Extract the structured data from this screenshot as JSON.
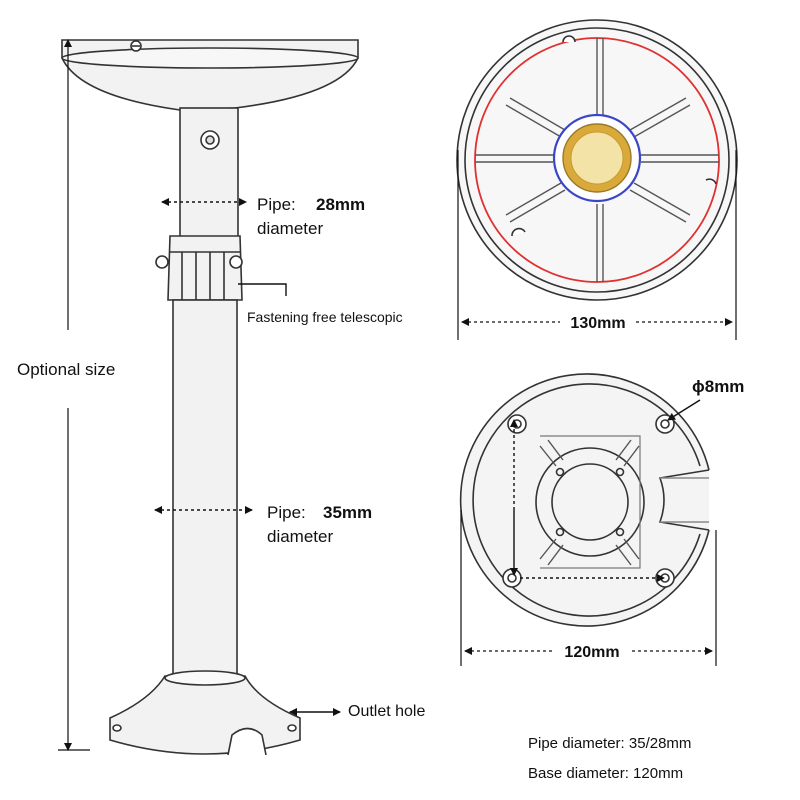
{
  "labels": {
    "optional_size": "Optional size",
    "pipe_top_label": "Pipe:",
    "pipe_top_size": "28mm",
    "pipe_top_diameter": "diameter",
    "fastening": "Fastening free telescopic",
    "pipe_bottom_label": "Pipe:",
    "pipe_bottom_size": "35mm",
    "pipe_bottom_diameter": "diameter",
    "outlet_hole": "Outlet hole",
    "top_view_dim": "130mm",
    "hole_dim": "ϕ8mm",
    "base_view_dim": "120mm",
    "spec_pipe": "Pipe diameter: 35/28mm",
    "spec_base": "Base diameter: 120mm"
  },
  "colors": {
    "outline": "#333333",
    "metal": "#f2f2f2",
    "red_ring": "#e03030",
    "blue_ring": "#3a46c8",
    "gold": "#d9a93a",
    "gold_inner": "#f4e3a6"
  }
}
